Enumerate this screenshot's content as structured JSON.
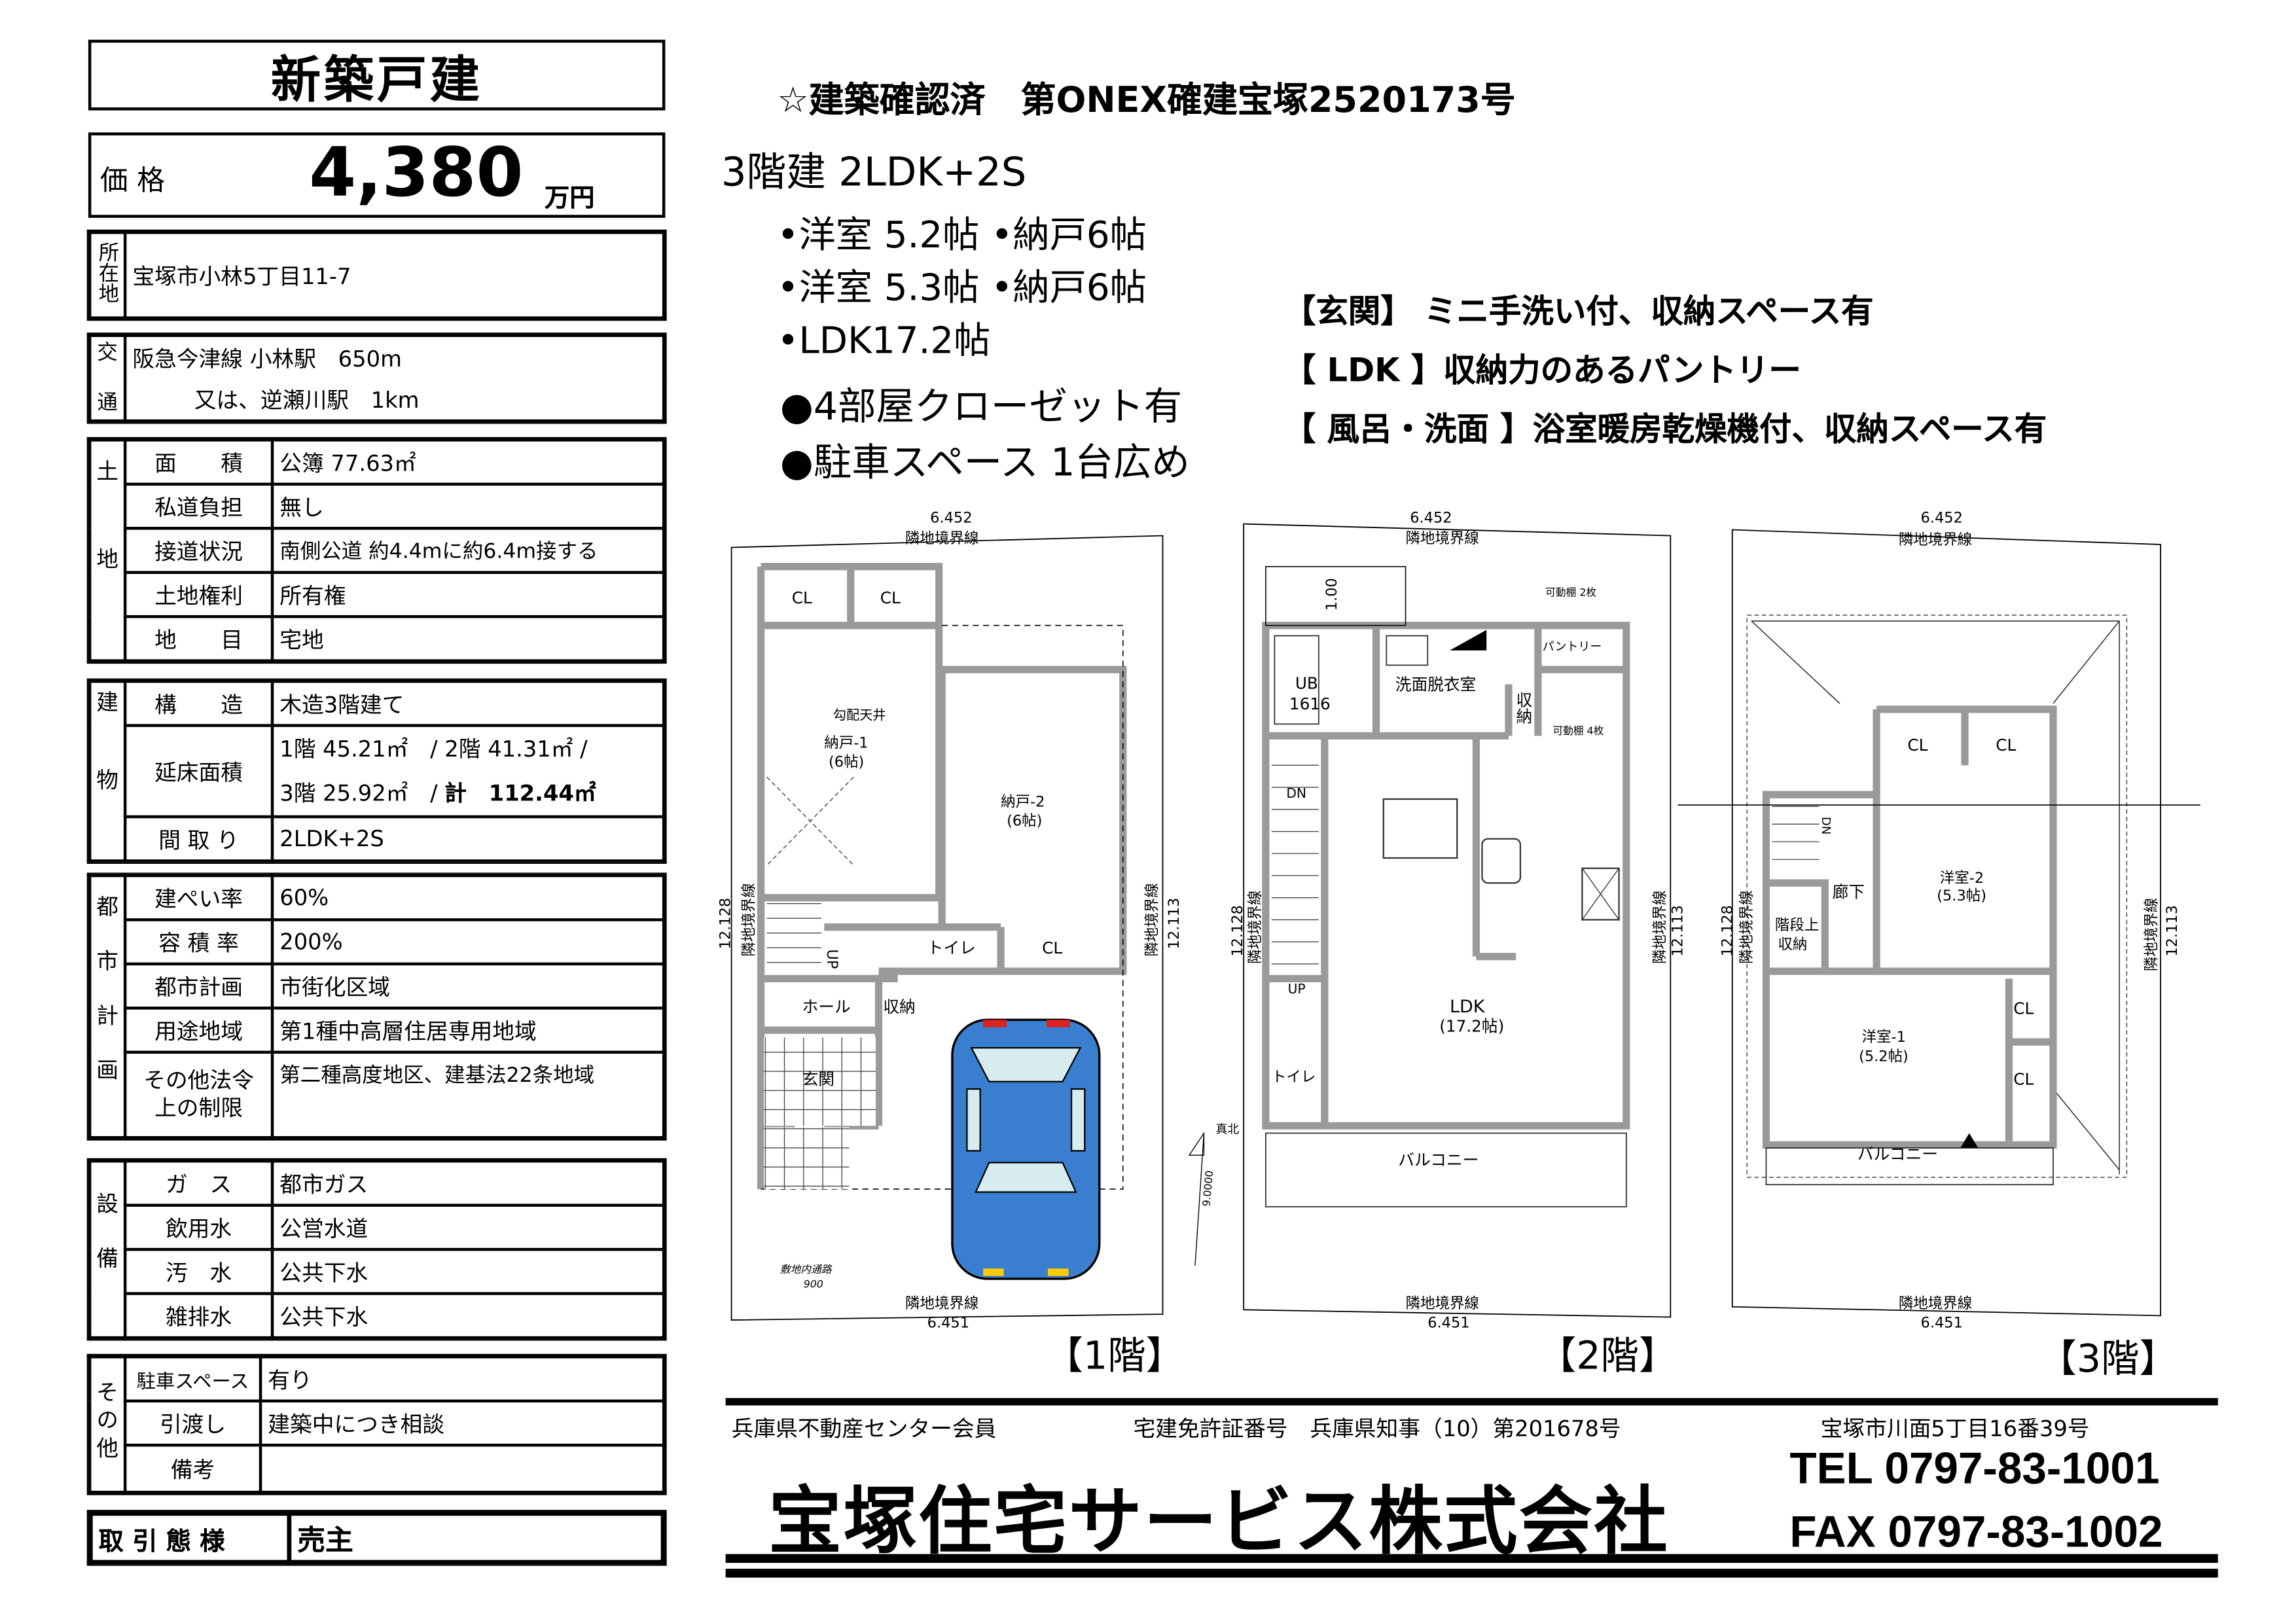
{
  "title": "新築戸建",
  "price": {
    "label": "価 格",
    "value": "4,380",
    "unit": "万円"
  },
  "address": {
    "label": "所在地",
    "value": "宝塚市小林5丁目11-7"
  },
  "transport": {
    "label_top": "交",
    "label_bottom": "通",
    "line1": "阪急今津線 小林駅　650m",
    "line2": "又は、逆瀬川駅　1km"
  },
  "land": {
    "label": "土地",
    "rows": [
      {
        "item": "面　　積",
        "value": "公簿 77.63㎡"
      },
      {
        "item": "私道負担",
        "value": "無し"
      },
      {
        "item": "接道状況",
        "value": "南側公道 約4.4mに約6.4m接する"
      },
      {
        "item": "土地権利",
        "value": "所有権"
      },
      {
        "item": "地　　目",
        "value": "宅地"
      }
    ]
  },
  "building": {
    "label": "建物",
    "rows": [
      {
        "item": "構　　造",
        "value": "木造3階建て"
      },
      {
        "item": "延床面積",
        "value": "1階 45.21㎡　/ 2階 41.31㎡ /",
        "value2a": "3階 25.92㎡　/ ",
        "value2b": "計　112.44㎡"
      },
      {
        "item": "間 取 り",
        "value": "2LDK+2S"
      }
    ]
  },
  "city": {
    "label": "都市計画",
    "rows": [
      {
        "item": "建ぺい率",
        "value": "60%"
      },
      {
        "item": "容 積 率",
        "value": "200%"
      },
      {
        "item": "都市計画",
        "value": "市街化区域"
      },
      {
        "item": "用途地域",
        "value": "第1種中高層住居専用地域"
      },
      {
        "item": "その他法令",
        "item2": "上の制限",
        "value": "第二種高度地区、建基法22条地域"
      }
    ]
  },
  "equipment": {
    "label": "設備",
    "rows": [
      {
        "item": "ガ　ス",
        "value": "都市ガス"
      },
      {
        "item": "飲用水",
        "value": "公営水道"
      },
      {
        "item": "汚　水",
        "value": "公共下水"
      },
      {
        "item": "雑排水",
        "value": "公共下水"
      }
    ]
  },
  "other": {
    "label": "その他",
    "rows": [
      {
        "item": "駐車スペース",
        "value": "有り"
      },
      {
        "item": "引渡し",
        "value": "建築中につき相談"
      },
      {
        "item": "備考",
        "value": ""
      }
    ]
  },
  "transaction": {
    "label": "取 引 態 様",
    "value": "売主"
  },
  "confirm": "☆建築確認済　第ONEX確建宝塚2520173号",
  "layout_heading": "3階建  2LDK+2S",
  "rooms": [
    "•洋室  5.2帖  •納戸6帖",
    "•洋室  5.3帖  •納戸6帖",
    "•LDK17.2帖"
  ],
  "bullets": [
    "●4部屋クローゼット有",
    "●駐車スペース 1台広め"
  ],
  "features": [
    "【玄関】 ミニ手洗い付、収納スペース有",
    "【 LDK 】収納力のあるパントリー",
    "【 風呂・洗面 】浴室暖房乾燥機付、収納スペース有"
  ],
  "floors": [
    {
      "name": "【1階】",
      "labels": [
        "6.452",
        "隣地境界線",
        "隣地境界線",
        "6.451",
        "12.128",
        "隣地境界線",
        "隣地境界線",
        "12.113",
        "CL",
        "CL",
        "勾配天井",
        "納戸-1",
        "(6帖)",
        "納戸-2",
        "(6帖)",
        "トイレ",
        "CL",
        "ホール",
        "収納",
        "玄関",
        "UP",
        "敷地内通路",
        "900",
        "真北",
        "9.0000"
      ]
    },
    {
      "name": "【2階】",
      "labels": [
        "6.452",
        "隣地境界線",
        "隣地境界線",
        "6.451",
        "12.128",
        "隣地境界線",
        "隣地境界線",
        "12.113",
        "1.00",
        "可動棚 2枚",
        "UB",
        "1616",
        "洗面脱衣室",
        "パントリー",
        "収納",
        "可動棚 4枚",
        "DN",
        "UP",
        "LDK",
        "(17.2帖)",
        "トイレ",
        "バルコニー"
      ]
    },
    {
      "name": "【3階】",
      "labels": [
        "6.452",
        "隣地境界線",
        "隣地境界線",
        "6.451",
        "12.128",
        "隣地境界線",
        "隣地境界線",
        "12.113",
        "CL",
        "CL",
        "洋室-2",
        "(5.3帖)",
        "廊下",
        "階段上",
        "収納",
        "洋室-1",
        "(5.2帖)",
        "CL",
        "CL",
        "バルコニー",
        "DN"
      ]
    }
  ],
  "footer": {
    "membership": "兵庫県不動産センター会員",
    "license": "宅建免許証番号　兵庫県知事（10）第201678号",
    "office_address": "宝塚市川面5丁目16番39号",
    "company": "宝塚住宅サービス株式会社",
    "tel": "TEL  0797-83-1001",
    "fax": "FAX  0797-83-1002"
  },
  "colors": {
    "car": "#3a7fcf",
    "wall": "#9a9a9a",
    "window": "#d6ecef"
  }
}
